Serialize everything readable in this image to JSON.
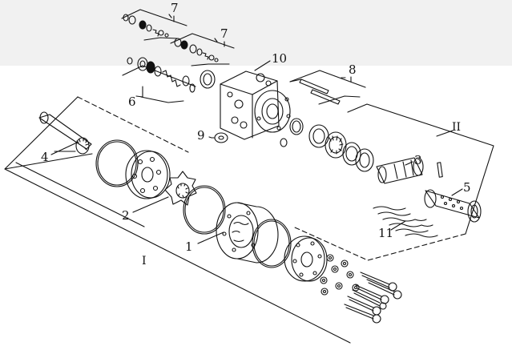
{
  "diagram": {
    "labels": {
      "l7a": "7",
      "l7b": "7",
      "l10": "10",
      "l8": "8",
      "l6": "6",
      "l9": "9",
      "lII": "II",
      "l4": "4",
      "l3": "3",
      "l5": "5",
      "l2": "2",
      "l1": "1",
      "l11": "11",
      "lI": "I"
    },
    "colors": {
      "line": "#111111",
      "background_top": "#f1f1f1",
      "background": "#ffffff"
    }
  }
}
